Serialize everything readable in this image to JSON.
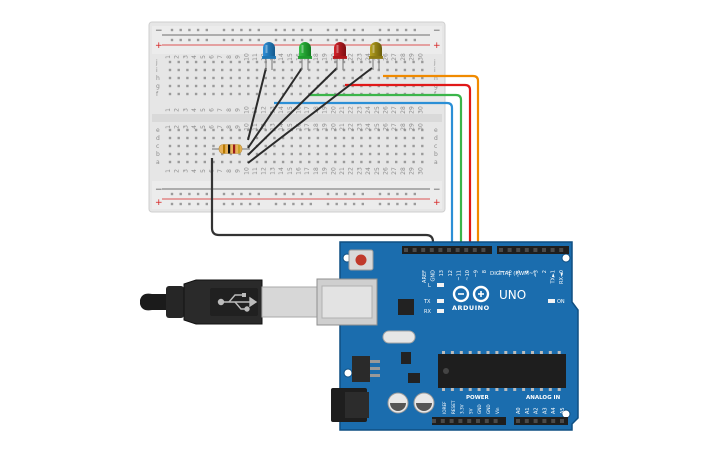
{
  "breadboard": {
    "rail_plus": "+",
    "rail_minus": "−",
    "rows_top": [
      "j",
      "i",
      "h",
      "g",
      "f"
    ],
    "rows_bottom": [
      "e",
      "d",
      "c",
      "b",
      "a"
    ],
    "column_numbers": [
      "1",
      "2",
      "3",
      "4",
      "5",
      "6",
      "7",
      "8",
      "9",
      "10",
      "11",
      "12",
      "13",
      "14",
      "15",
      "16",
      "17",
      "18",
      "19",
      "20",
      "21",
      "22",
      "23",
      "24",
      "25",
      "26",
      "27",
      "28",
      "29",
      "30"
    ]
  },
  "components": {
    "leds": [
      {
        "color": "blue",
        "hex": "#1f77b4"
      },
      {
        "color": "green",
        "hex": "#1f9a2e"
      },
      {
        "color": "red",
        "hex": "#b0161b"
      },
      {
        "color": "yellow",
        "hex": "#8c7a14"
      }
    ],
    "resistor": {
      "bands": [
        "#b87900",
        "#111111",
        "#9b1b1b",
        "#c9a227"
      ]
    }
  },
  "wires": {
    "colors": {
      "orange": "#f08a00",
      "red": "#e01818",
      "green": "#3bb54a",
      "blue": "#2b8fd6",
      "black": "#333333"
    }
  },
  "arduino": {
    "logo_text": "ARDUINO",
    "model": "UNO",
    "on_label": "ON",
    "l_label": "L",
    "tx_label": "TX",
    "rx_label": "RX",
    "digital_header_label": "DIGITAL (PWM~)",
    "digital_pins": [
      "AREF",
      "GND",
      "13",
      "12",
      "~11",
      "~10",
      "~9",
      "8",
      "7",
      "~6",
      "~5",
      "4",
      "~3",
      "2",
      "TX►1",
      "RX◄0"
    ],
    "power_label": "POWER",
    "power_pins": [
      "IOREF",
      "RESET",
      "3.3V",
      "5V",
      "GND",
      "GND",
      "Vin"
    ],
    "analog_label": "ANALOG IN",
    "analog_pins": [
      "A0",
      "A1",
      "A2",
      "A3",
      "A4",
      "A5"
    ],
    "board_color": "#1b6dae"
  }
}
